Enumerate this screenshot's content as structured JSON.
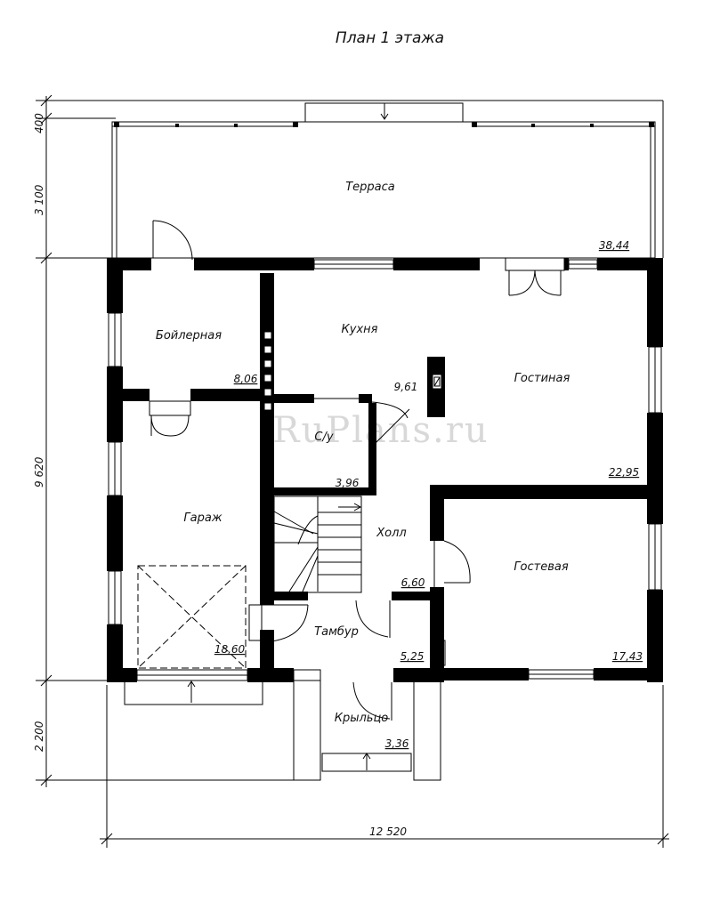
{
  "title": "План 1 этажа",
  "watermark": "RuPlans.ru",
  "rooms": [
    {
      "name": "Терраса",
      "area": "38,44"
    },
    {
      "name": "Бойлерная",
      "area": "8,06"
    },
    {
      "name": "Кухня",
      "area": "9,61"
    },
    {
      "name": "Гостиная",
      "area": "22,95"
    },
    {
      "name": "С/у",
      "area": "3,96"
    },
    {
      "name": "Гараж",
      "area": "18,60"
    },
    {
      "name": "Холл",
      "area": "6,60"
    },
    {
      "name": "Гостевая",
      "area": "17,43"
    },
    {
      "name": "Тамбур",
      "area": "5,25"
    },
    {
      "name": "Крыльцо",
      "area": "3,36"
    }
  ],
  "dimensions": {
    "left": [
      "400",
      "3 100",
      "9 620",
      "2 200"
    ],
    "bottom": "12 520"
  }
}
